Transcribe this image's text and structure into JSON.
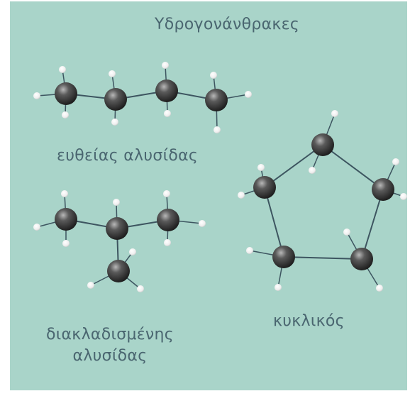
{
  "title": "Υδρογονάνθρακες",
  "molecules": [
    {
      "id": "straight",
      "label_lines": [
        "ευθείας αλυσίδας"
      ]
    },
    {
      "id": "branched",
      "label_lines": [
        "διακλαδισμένης",
        "αλυσίδας"
      ]
    },
    {
      "id": "cyclic",
      "label_lines": [
        "κυκλικός"
      ]
    }
  ],
  "colors": {
    "background": "#a9d4c9",
    "text": "#4a6670",
    "carbon": "#3a3a3a",
    "hydrogen": "#f2f2f2",
    "bond": "#3d5560"
  }
}
